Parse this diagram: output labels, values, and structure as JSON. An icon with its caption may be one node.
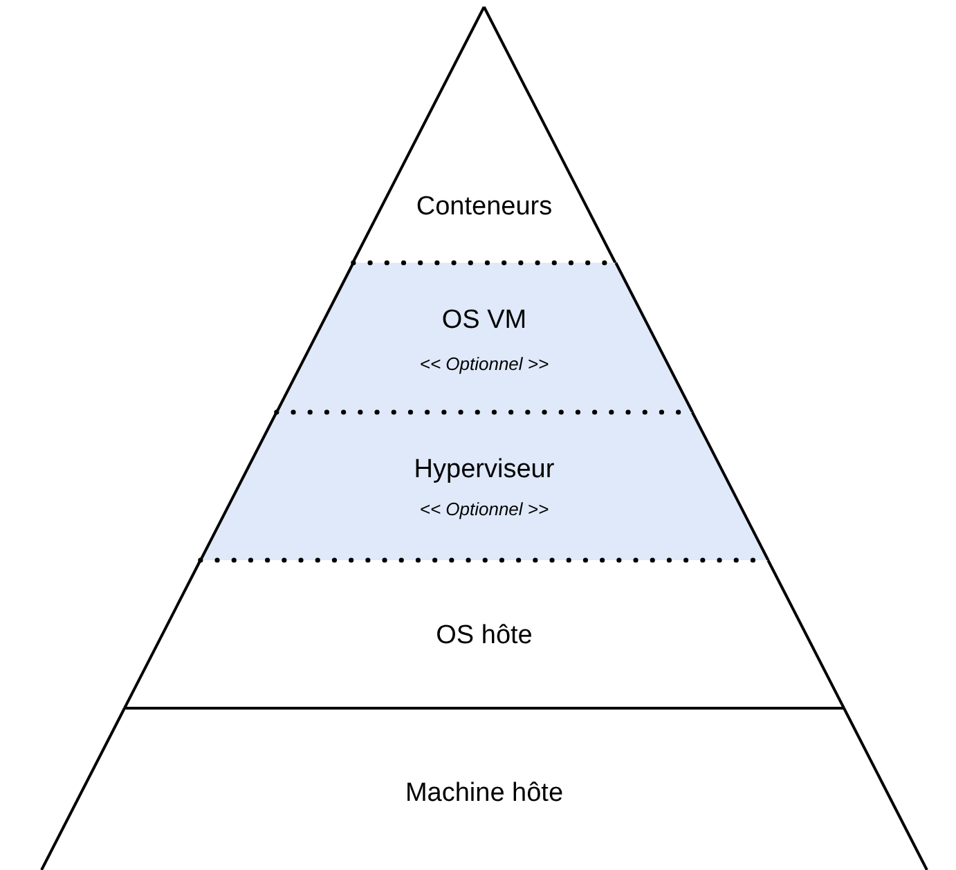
{
  "diagram": {
    "nodes": [
      {
        "text": [
          "Conteneurs"
        ]
      },
      {
        "text": [
          "OS VM",
          "<< Optionnel >>"
        ]
      },
      {
        "text": [
          "Hyperviseur",
          "<< Optionnel >>"
        ]
      },
      {
        "text": [
          "OS hôte"
        ]
      },
      {
        "text": [
          "Machine hôte"
        ]
      }
    ]
  }
}
